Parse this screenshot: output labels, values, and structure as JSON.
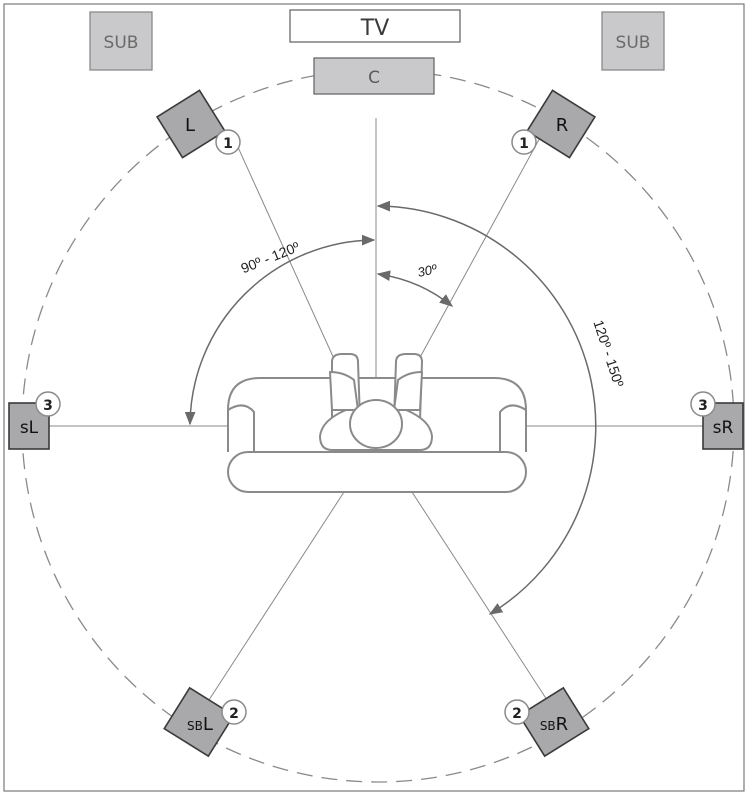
{
  "tv": {
    "label": "TV"
  },
  "subs": {
    "left": "SUB",
    "right": "SUB"
  },
  "center": {
    "label": "C"
  },
  "speakers": {
    "front_left": {
      "label": "L",
      "group": "1"
    },
    "front_right": {
      "label": "R",
      "group": "1"
    },
    "surround_left": {
      "label": "sL",
      "group": "3"
    },
    "surround_right": {
      "label": "sR",
      "group": "3"
    },
    "surround_back_left": {
      "prefix": "SB",
      "suffix": "L",
      "group": "2"
    },
    "surround_back_right": {
      "prefix": "SB",
      "suffix": "R",
      "group": "2"
    }
  },
  "angles": {
    "front": "30º",
    "side": "90º - 120º",
    "back": "120º - 150º"
  },
  "colors": {
    "speaker_fill": "#a9a9ab",
    "speaker_stroke": "#3a3a3a",
    "sub_fill": "#c9c9cb",
    "line": "#8a8a8a",
    "arc": "#6a6a6a",
    "text": "#1e1e1e"
  }
}
